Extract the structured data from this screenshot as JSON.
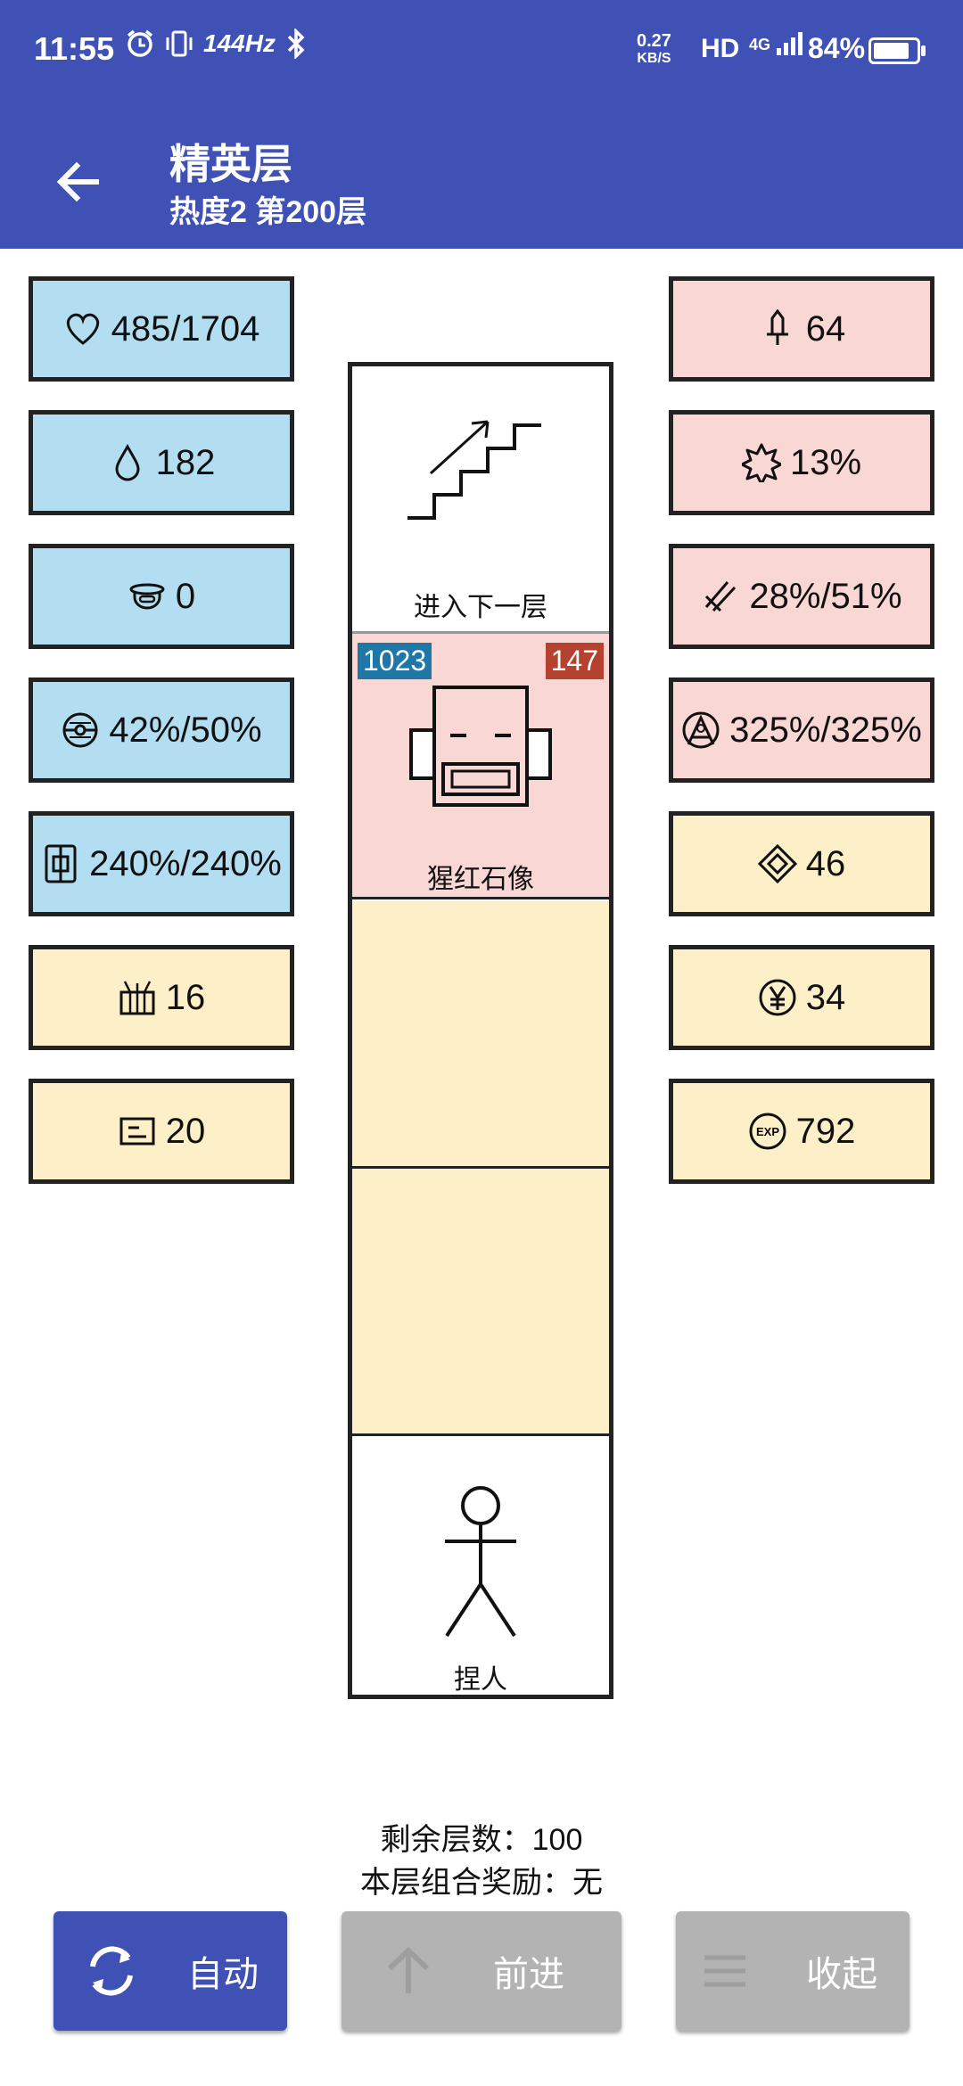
{
  "status_bar": {
    "time": "11:55",
    "refresh": "144Hz",
    "speed_value": "0.27",
    "speed_unit": "KB/S",
    "hd": "HD",
    "network": "4G",
    "battery_percent": "84%",
    "battery_level": 0.84
  },
  "header": {
    "title": "精英层",
    "subtitle": "热度2 第200层"
  },
  "left_stats": [
    {
      "icon": "heart-icon",
      "value": "485/1704"
    },
    {
      "icon": "drop-icon",
      "value": "182"
    },
    {
      "icon": "helmet-icon",
      "value": "0"
    },
    {
      "icon": "shield-disc-icon",
      "value": "42%/50%"
    },
    {
      "icon": "armor-icon",
      "value": "240%/240%"
    },
    {
      "icon": "chest-icon",
      "value": "16"
    },
    {
      "icon": "card-icon",
      "value": "20"
    }
  ],
  "right_stats": [
    {
      "icon": "sword-icon",
      "value": "64"
    },
    {
      "icon": "burst-icon",
      "value": "13%"
    },
    {
      "icon": "slash-icon",
      "value": "28%/51%"
    },
    {
      "icon": "circle-a-icon",
      "value": "325%/325%"
    },
    {
      "icon": "diamond-icon",
      "value": "46"
    },
    {
      "icon": "yen-icon",
      "value": "34"
    },
    {
      "icon": "exp-icon",
      "value": "792"
    }
  ],
  "tower": {
    "stairs_label": "进入下一层",
    "enemy_name": "猩红石像",
    "enemy_hp": "1023",
    "enemy_attack": "147",
    "player_name": "捏人"
  },
  "info": {
    "remaining_floors": "剩余层数：100",
    "combo_reward": "本层组合奖励：无"
  },
  "buttons": {
    "auto": "自动",
    "forward": "前进",
    "collapse": "收起"
  },
  "colors": {
    "primary": "#3f51b5",
    "stat_blue": "#b3ddf0",
    "stat_pink": "#f8d7d5",
    "stat_cream": "#fdf0c8",
    "hp_badge": "#1f77a8",
    "atk_badge": "#b5412f",
    "disabled": "#b3b3b3"
  }
}
